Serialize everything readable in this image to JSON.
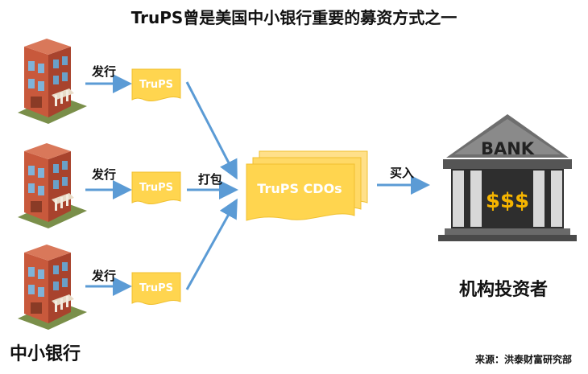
{
  "title": "TruPS曾是美国中小银行重要的募资方式之一",
  "issue_label": "发行",
  "doc_label": "TruPS",
  "package_label": "打包",
  "cdo_label": "TruPS CDOs",
  "buy_label": "买入",
  "bank_sign": "BANK",
  "bank_symbol": "$$$",
  "investor_label": "机构投资者",
  "small_bank_label": "中小银行",
  "source": "来源：洪泰财富研究部",
  "colors": {
    "arrow": "#5b9bd5",
    "doc": "#ffd54f",
    "brick": "#c0553a",
    "bank_gray": "#3a3a3a",
    "dollar": "#f5b400"
  }
}
